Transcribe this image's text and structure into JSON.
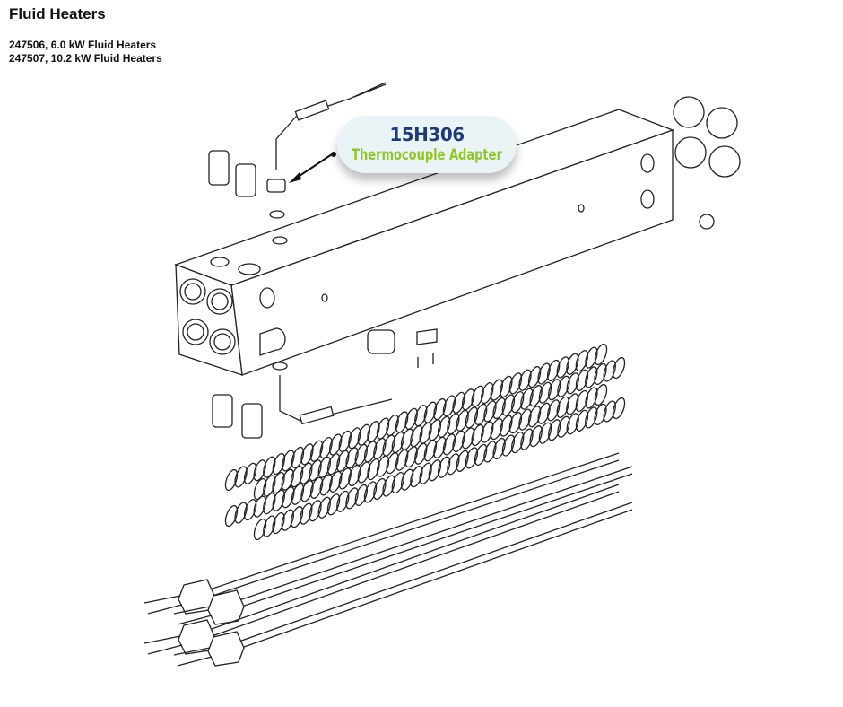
{
  "header": {
    "title": "Fluid Heaters",
    "models": [
      "247506, 6.0 kW Fluid Heaters",
      "247507, 10.2 kW Fluid Heaters"
    ]
  },
  "callout": {
    "part_number": "15H306",
    "description": "Thermocouple Adapter",
    "part_number_color": "#1f3a7a",
    "description_color": "#8cc81e",
    "background": "#eaf4f6"
  }
}
